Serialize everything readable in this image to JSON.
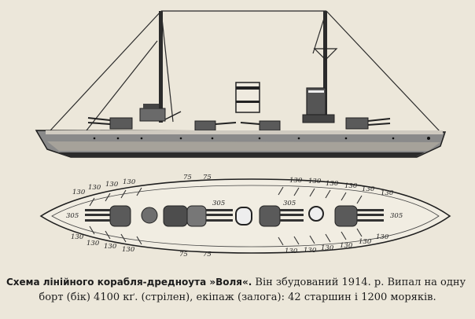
{
  "caption": {
    "bold": "Схема лінійного корабля-дредноута »Воля«.",
    "rest": " Він збудований 1914. р. Випал на одну",
    "line2": "борт (бік) 4100 кґ. (стрілен), екіпаж (залога): 42 старшин і 1200 моряків."
  },
  "plan_labels": {
    "armor_130": "130",
    "armor_75": "75",
    "turret_305": "305"
  },
  "colors": {
    "ink": "#222222",
    "paper": "#ece7da",
    "hull_dark": "#3a3a3a"
  }
}
